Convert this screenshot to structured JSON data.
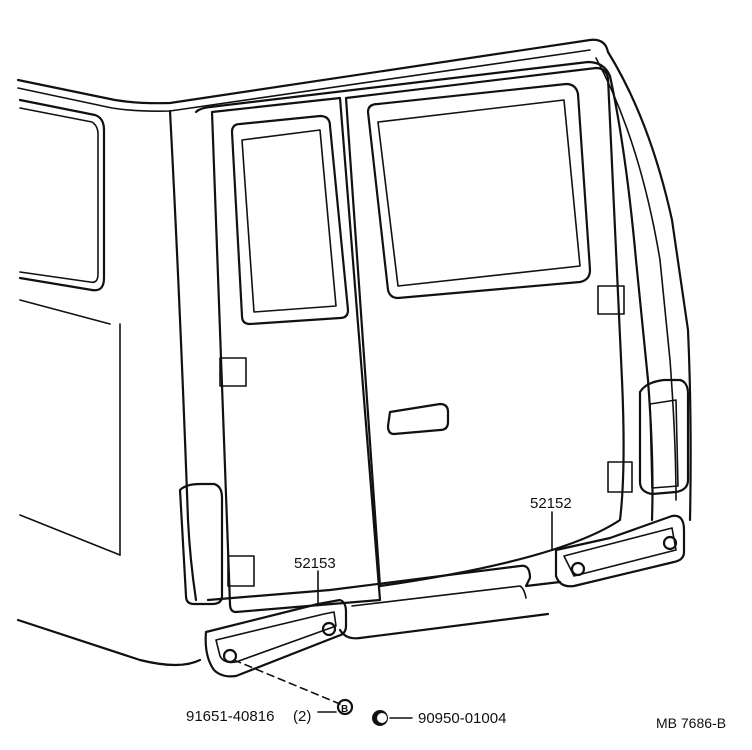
{
  "diagram": {
    "callouts": {
      "pad_left": "52153",
      "pad_right": "52152",
      "screw": "91651-40816",
      "screw_qty": "(2)",
      "screw_marker": "B",
      "grommet": "90950-01004"
    },
    "figure_code": "MB 7686-B"
  }
}
